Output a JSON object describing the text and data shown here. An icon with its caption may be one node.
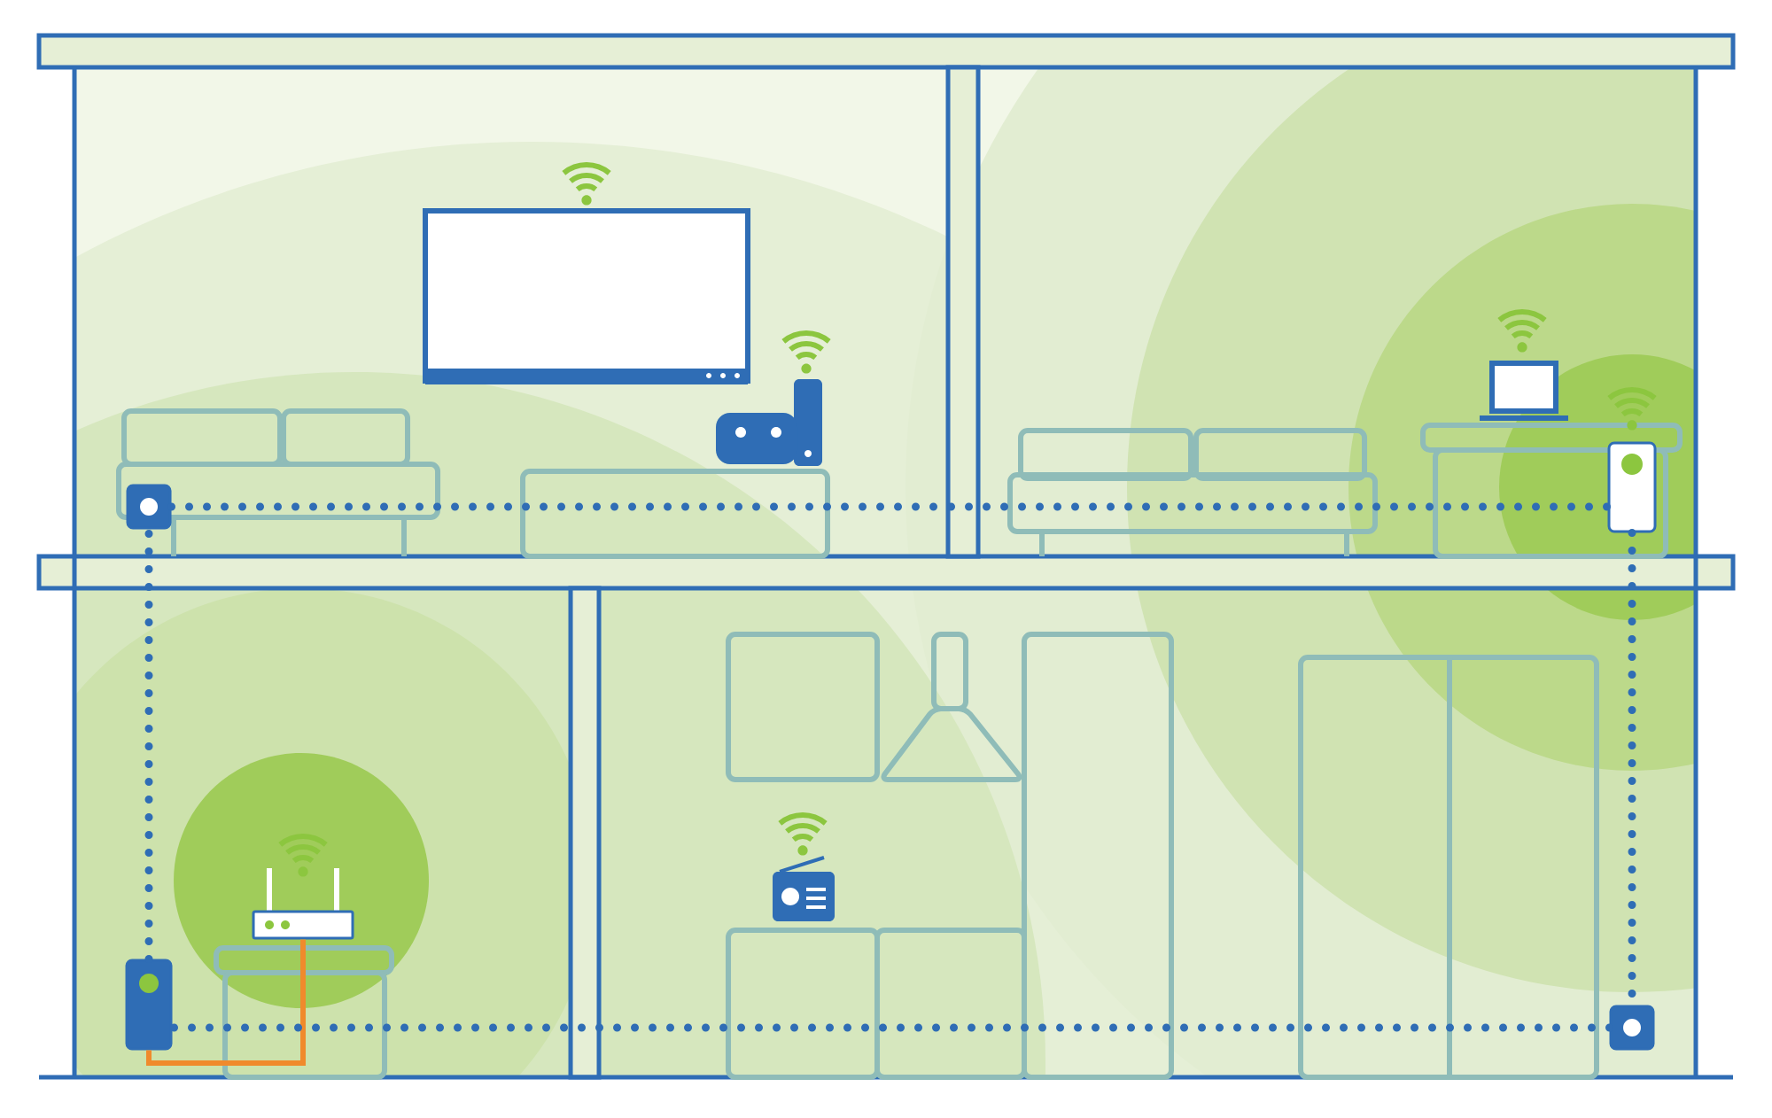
{
  "diagram": {
    "nodes": [
      {
        "text": [],
        "shape": "box"
      },
      {
        "text": [],
        "shape": "picture"
      },
      {
        "text": [],
        "shape": "box"
      },
      {
        "text": [],
        "shape": "box"
      },
      {
        "text": [],
        "shape": "box"
      }
    ],
    "edges": [
      {
        "from": 1,
        "to": 0,
        "arrow": "none",
        "color": "#f08a2c"
      },
      {
        "from": 0,
        "to": 2,
        "arrow": "none",
        "style": "dashed"
      },
      {
        "from": 2,
        "to": 3,
        "arrow": "none",
        "style": "dashed"
      },
      {
        "from": 3,
        "to": 4,
        "arrow": "none",
        "style": "dashed"
      },
      {
        "from": 4,
        "to": 0,
        "arrow": "none",
        "style": "dashed"
      }
    ]
  }
}
